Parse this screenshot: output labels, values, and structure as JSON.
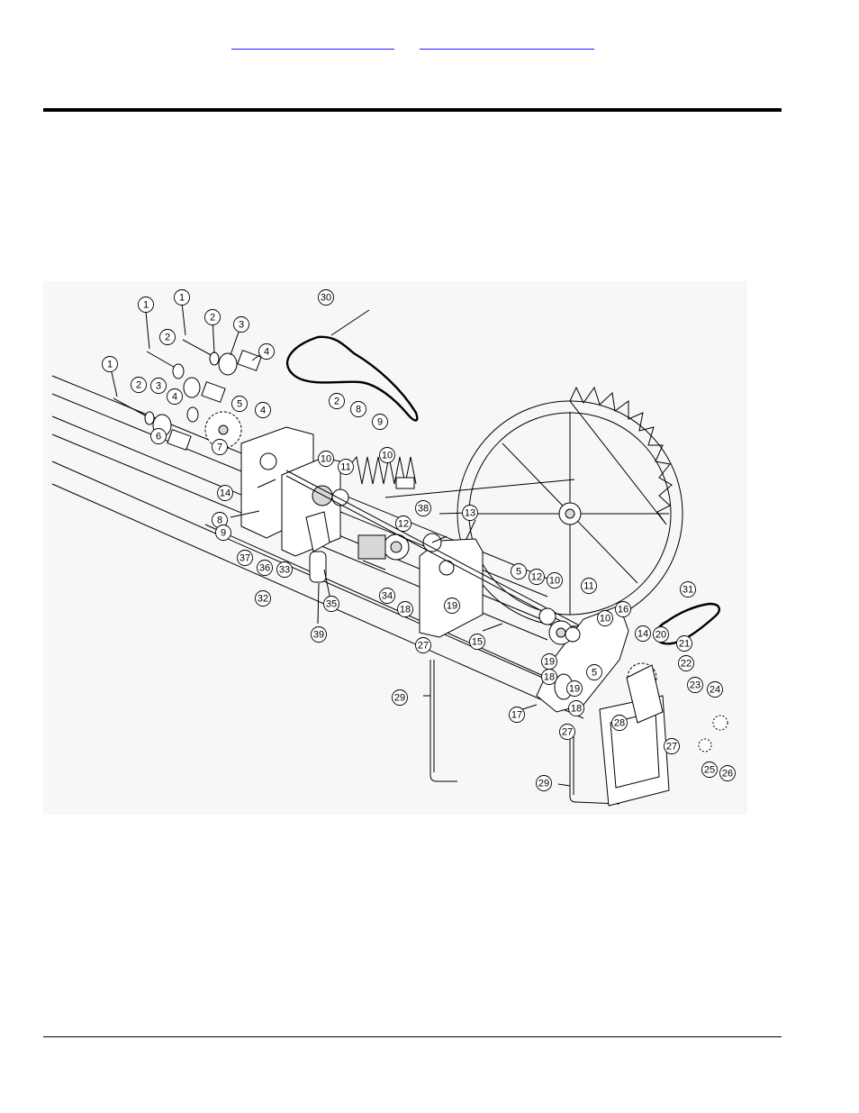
{
  "header": {
    "links": [
      "",
      ""
    ]
  },
  "diagram": {
    "callouts": [
      {
        "label": "1"
      },
      {
        "label": "1"
      },
      {
        "label": "2"
      },
      {
        "label": "3"
      },
      {
        "label": "4"
      },
      {
        "label": "2"
      },
      {
        "label": "1"
      },
      {
        "label": "2"
      },
      {
        "label": "3"
      },
      {
        "label": "4"
      },
      {
        "label": "5"
      },
      {
        "label": "6"
      },
      {
        "label": "4"
      },
      {
        "label": "7"
      },
      {
        "label": "30"
      },
      {
        "label": "2"
      },
      {
        "label": "8"
      },
      {
        "label": "9"
      },
      {
        "label": "10"
      },
      {
        "label": "10"
      },
      {
        "label": "11"
      },
      {
        "label": "14"
      },
      {
        "label": "8"
      },
      {
        "label": "9"
      },
      {
        "label": "37"
      },
      {
        "label": "36"
      },
      {
        "label": "33"
      },
      {
        "label": "32"
      },
      {
        "label": "12"
      },
      {
        "label": "38"
      },
      {
        "label": "13"
      },
      {
        "label": "34"
      },
      {
        "label": "35"
      },
      {
        "label": "39"
      },
      {
        "label": "18"
      },
      {
        "label": "19"
      },
      {
        "label": "27"
      },
      {
        "label": "15"
      },
      {
        "label": "5"
      },
      {
        "label": "12"
      },
      {
        "label": "10"
      },
      {
        "label": "11"
      },
      {
        "label": "10"
      },
      {
        "label": "16"
      },
      {
        "label": "14"
      },
      {
        "label": "20"
      },
      {
        "label": "21"
      },
      {
        "label": "22"
      },
      {
        "label": "5"
      },
      {
        "label": "19"
      },
      {
        "label": "18"
      },
      {
        "label": "19"
      },
      {
        "label": "18"
      },
      {
        "label": "27"
      },
      {
        "label": "17"
      },
      {
        "label": "29"
      },
      {
        "label": "28"
      },
      {
        "label": "23"
      },
      {
        "label": "24"
      },
      {
        "label": "31"
      },
      {
        "label": "27"
      },
      {
        "label": "25"
      },
      {
        "label": "26"
      },
      {
        "label": "29"
      }
    ]
  }
}
